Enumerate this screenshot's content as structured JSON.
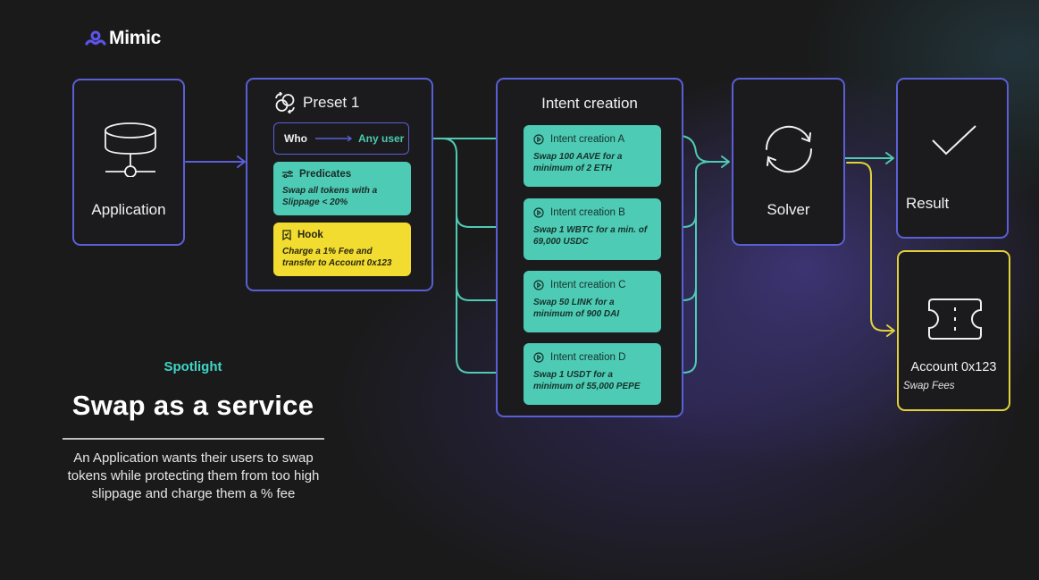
{
  "brand": {
    "name": "Mimic",
    "icon": "mimic-logo-icon",
    "color": "#5b54e8"
  },
  "colors": {
    "accent_purple": "#5a5fd6",
    "teal": "#4ecbb4",
    "yellow": "#f1dc2f",
    "spotlight": "#3fd6c6"
  },
  "diagram": {
    "application": {
      "label": "Application",
      "icon": "database-network-icon"
    },
    "preset": {
      "title": "Preset 1",
      "icon": "preset-cycle-icon",
      "who": {
        "label": "Who",
        "value": "Any user"
      },
      "predicates": {
        "title": "Predicates",
        "icon": "sliders-icon",
        "text": "Swap all tokens with a Slippage < 20%"
      },
      "hook": {
        "title": "Hook",
        "icon": "bookmark-receipt-icon",
        "text": "Charge a 1% Fee and transfer to Account 0x123"
      }
    },
    "intent_creation": {
      "title": "Intent creation",
      "items": [
        {
          "title": "Intent creation A",
          "text": "Swap 100 AAVE for a minimum of 2 ETH"
        },
        {
          "title": "Intent creation B",
          "text": "Swap 1 WBTC for a min. of 69,000 USDC"
        },
        {
          "title": "Intent creation C",
          "text": "Swap 50 LINK for a minimum of 900 DAI"
        },
        {
          "title": "Intent creation D",
          "text": "Swap 1 USDT for a minimum of 55,000 PEPE"
        }
      ]
    },
    "solver": {
      "label": "Solver",
      "icon": "refresh-cycle-icon"
    },
    "result": {
      "label": "Result",
      "icon": "checkmark-icon"
    },
    "account": {
      "label": "Account 0x123",
      "sublabel": "Swap Fees",
      "icon": "ticket-icon"
    }
  },
  "spotlight": {
    "eyebrow": "Spotlight",
    "headline": "Swap as a service",
    "description": "An Application wants their users to swap tokens while protecting them from too high slippage and charge them a % fee"
  }
}
